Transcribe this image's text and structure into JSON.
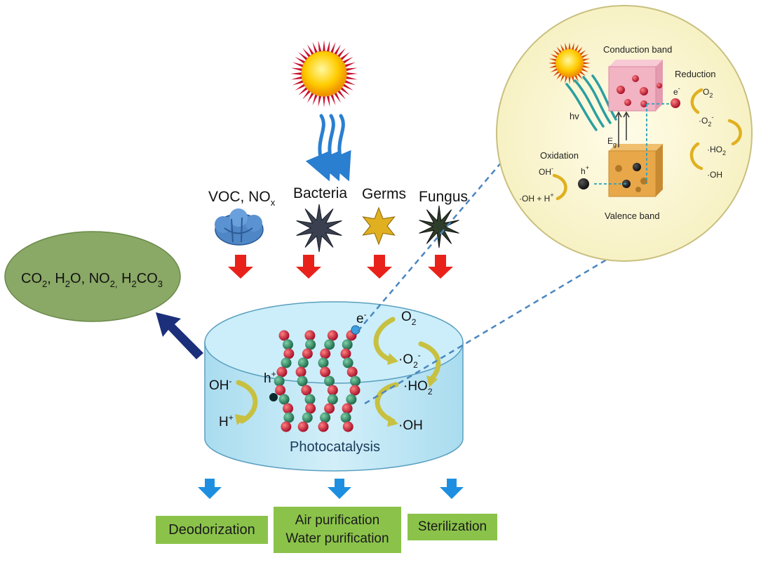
{
  "pollutants": {
    "voc": "VOC, NO",
    "voc_sub": "x",
    "bacteria": "Bacteria",
    "germs": "Germs",
    "fungus": "Fungus"
  },
  "products": {
    "co2": "CO",
    "co2_sub": "2",
    "h2o_a": ", H",
    "h2o_sub": "2",
    "h2o_b": "O, NO",
    "no2_sub": "2,",
    "h2co3_a": " H",
    "h2co3_sub1": "2",
    "h2co3_b": "CO",
    "h2co3_sub2": "3"
  },
  "cylinder": {
    "title": "Photocatalysis",
    "electron": "e",
    "electron_sup": "-",
    "hole": "h",
    "hole_sup": "+",
    "o2": "O",
    "o2_sub": "2",
    "o2_radical": "·O",
    "o2_radical_sub": "2",
    "o2_radical_sup": "-",
    "ho2": "·HO",
    "ho2_sub": "2",
    "oh_radical": "·OH",
    "oh_minus": "OH",
    "oh_minus_sup": "-",
    "h_plus": "H",
    "h_plus_sup": "+"
  },
  "outputs": {
    "deodorization": "Deodorization",
    "air": "Air purification",
    "water": "Water purification",
    "sterilization": "Sterilization"
  },
  "inset": {
    "conduction_band": "Conduction band",
    "valence_band": "Valence  band",
    "reduction": "Reduction",
    "oxidation": "Oxidation",
    "hv": "hv",
    "eg": "E",
    "eg_sub": "g",
    "e": "e",
    "e_sup": "-",
    "h": "h",
    "h_sup": "+",
    "o2": "O",
    "o2_sub": "2",
    "o2_radical": "·O",
    "o2_radical_sub": "2",
    "o2_radical_sup": "-",
    "ho2": "·HO",
    "ho2_sub": "2",
    "oh": "·OH",
    "oh_minus": "OH",
    "oh_minus_sup": "-",
    "oh_h": "·OH + H",
    "oh_h_sup": "+"
  },
  "colors": {
    "cylinder_fill": "#bfe6f5",
    "product_ellipse": "#8aa866",
    "output_box": "#8bc34a",
    "red_arrow": "#e8221b",
    "blue_arrow": "#1e8fe0",
    "navy_arrow": "#1b2f7a",
    "inset_fill": "#fbf7d2",
    "conduction": "#f2b3c3",
    "valence": "#e8a84a"
  }
}
